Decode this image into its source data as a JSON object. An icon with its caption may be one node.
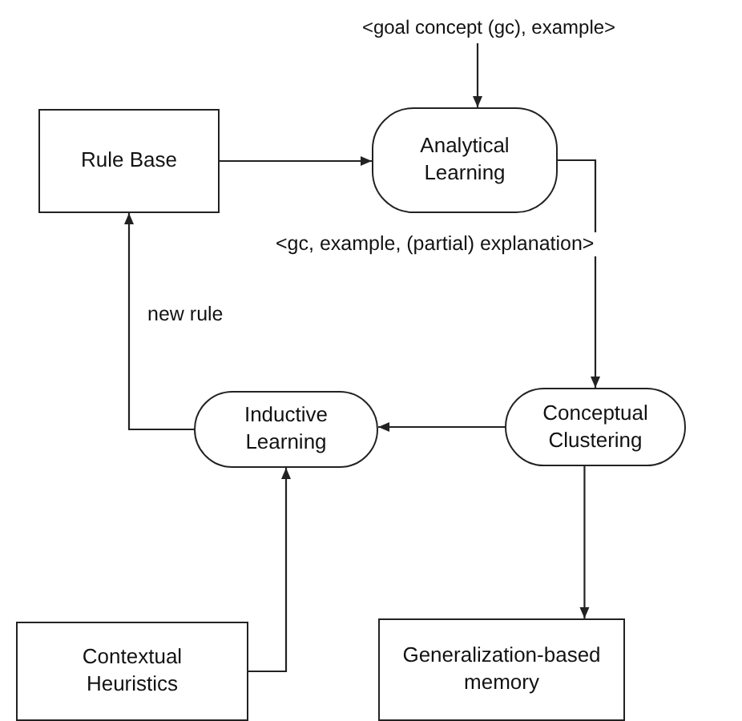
{
  "diagram": {
    "nodes": [
      {
        "text": [
          "<goal concept (gc), example>"
        ]
      },
      {
        "text": [
          "Rule Base"
        ]
      },
      {
        "text": [
          "Analytical Learning"
        ]
      },
      {
        "text": [
          "Conceptual Clustering"
        ]
      },
      {
        "text": [
          "Inductive Learning"
        ]
      },
      {
        "text": [
          "Contextual Heuristics"
        ]
      },
      {
        "text": [
          "Generalization-based memory"
        ]
      }
    ],
    "edges": [
      {
        "from": 0,
        "to": 2,
        "arrow": "to"
      },
      {
        "from": 1,
        "to": 2,
        "arrow": "to"
      },
      {
        "from": 2,
        "to": 3,
        "arrow": "to",
        "label": "<gc, example, (partial) explanation>"
      },
      {
        "from": 3,
        "to": 4,
        "arrow": "to"
      },
      {
        "from": 4,
        "to": 1,
        "arrow": "to",
        "label": "new rule"
      },
      {
        "from": 5,
        "to": 4,
        "arrow": "to"
      },
      {
        "from": 3,
        "to": 6,
        "arrow": "to"
      }
    ]
  }
}
